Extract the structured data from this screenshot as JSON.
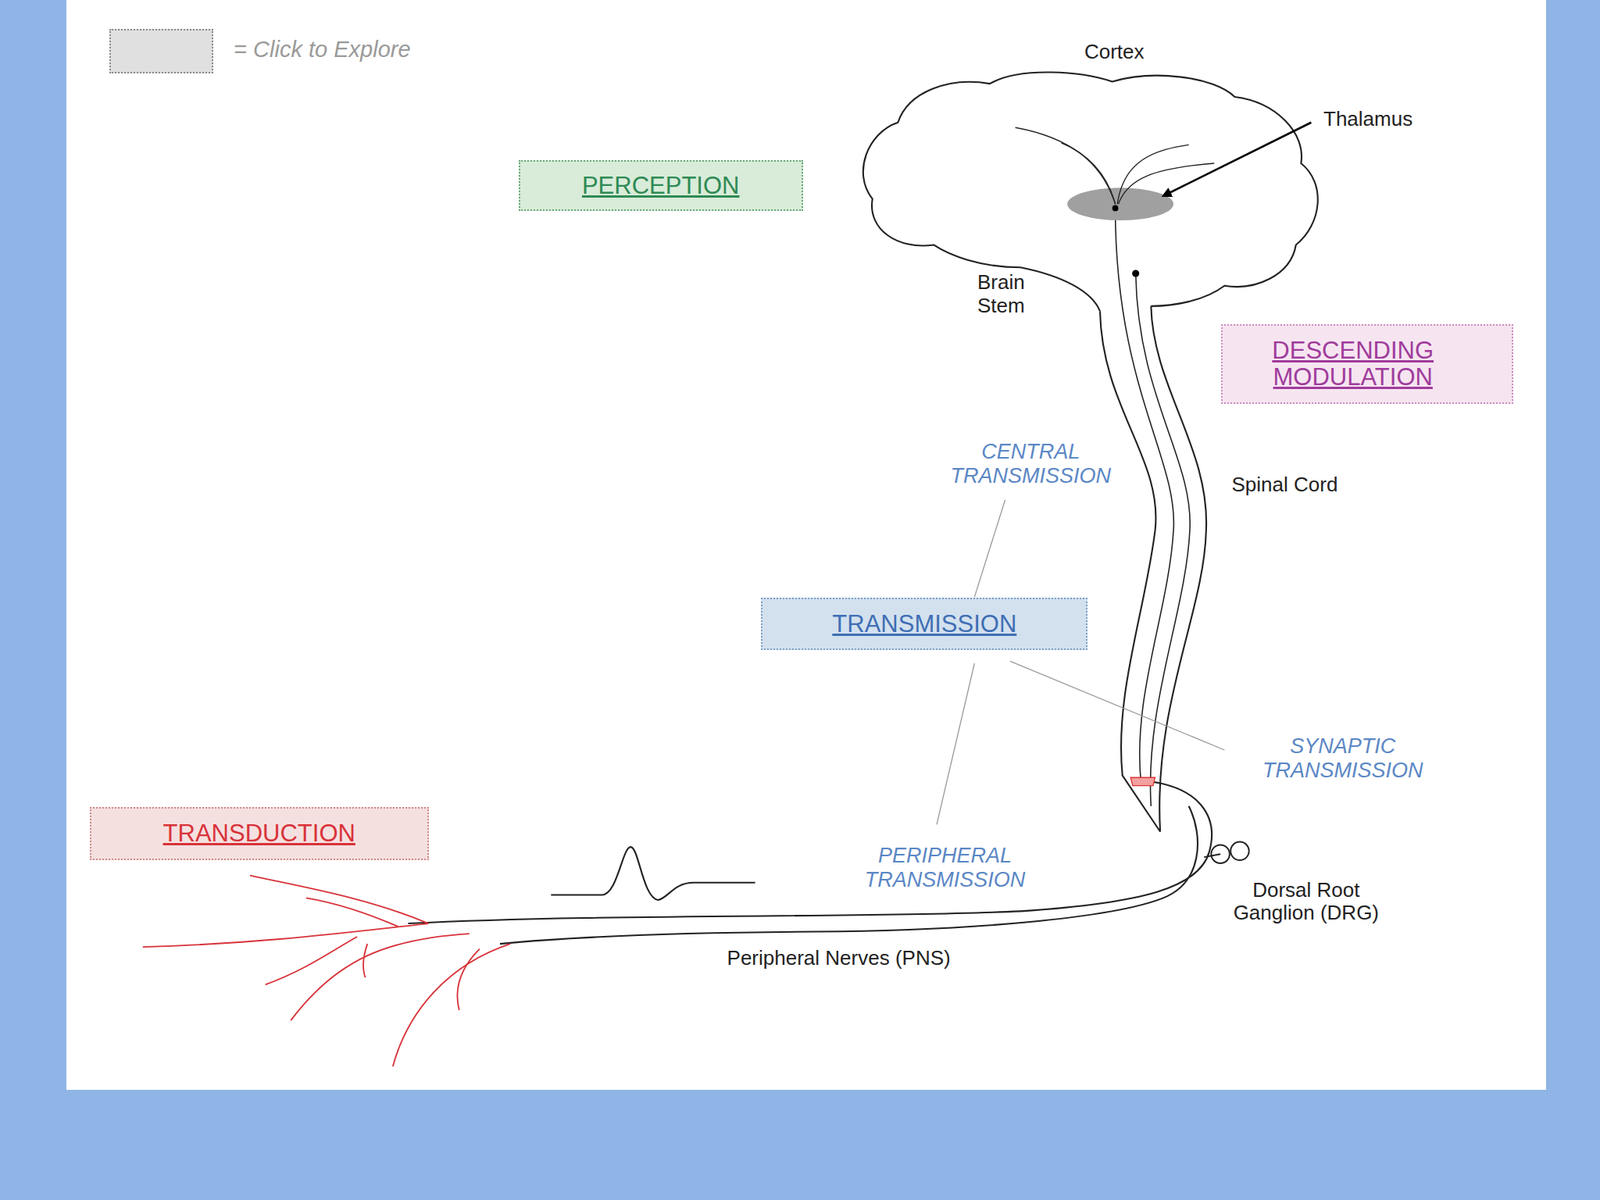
{
  "diagram": {
    "nodes": [
      {
        "text": [
          "PERCEPTION"
        ]
      },
      {
        "text": [
          "DESCENDING MODULATION"
        ]
      },
      {
        "text": [
          "TRANSMISSION"
        ]
      },
      {
        "text": [
          "TRANSDUCTION"
        ]
      }
    ],
    "labels": [
      "Cortex",
      "Thalamus",
      "Brain Stem",
      "Spinal Cord",
      "CENTRAL TRANSMISSION",
      "SYNAPTIC TRANSMISSION",
      "PERIPHERAL TRANSMISSION",
      "Dorsal Root Ganglion (DRG)",
      "Peripheral Nerves (PNS)"
    ],
    "legend": [
      {
        "text": "= Click to Explore",
        "color": "#e0e0e0"
      }
    ]
  }
}
